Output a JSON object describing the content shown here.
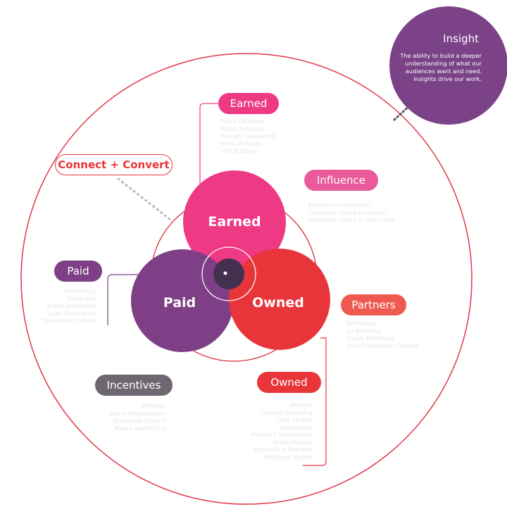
{
  "colors": {
    "earned": "#ee3a85",
    "paid": "#7e3f86",
    "owned": "#e8353a",
    "influence": "#e95a9a",
    "partners": "#ef5a50",
    "incentives": "#6e6670",
    "insight": "#7b4287",
    "center": "#43304e",
    "outer_ring": "#e0384a"
  },
  "insight": {
    "title": "Insight",
    "text": "The ability to build a deeper understanding of what our audiences want and need. Insights drive our work."
  },
  "circles": {
    "earned": "Earned",
    "paid": "Paid",
    "owned": "Owned"
  },
  "labels": {
    "connect_convert": "Connect + Convert",
    "earned": "Earned",
    "influence": "Influence",
    "paid": "Paid",
    "partners": "Partners",
    "incentives": "Incentives",
    "owned": "Owned"
  },
  "lists": {
    "earned": [
      "Public Relations",
      "Media Relations",
      "Thought Leadership",
      "Word of Mouth",
      "Link Building"
    ],
    "influence": [
      "Business to Consumer",
      "Consumer Linked to Leaders",
      "Influencer Linked to Advocates"
    ],
    "paid": [
      "Advertising",
      "Social Ads",
      "Brand Awareness",
      "Lead Generation",
      "Sponsored Content"
    ],
    "partners": [
      "Affiliations",
      "Co-Branding",
      "Cause Marketing",
      "Joint Promotional Content"
    ],
    "incentives": [
      "Affiliates",
      "Brand Ambassadors",
      "Sponsored Content",
      "Native Advertising"
    ],
    "owned": [
      "Website",
      "Content Marketing",
      "Case Studies",
      "Newsletters",
      "Research Publications",
      "Event Hosting",
      "Webinars + Podcasts",
      "Employee Stories"
    ]
  }
}
